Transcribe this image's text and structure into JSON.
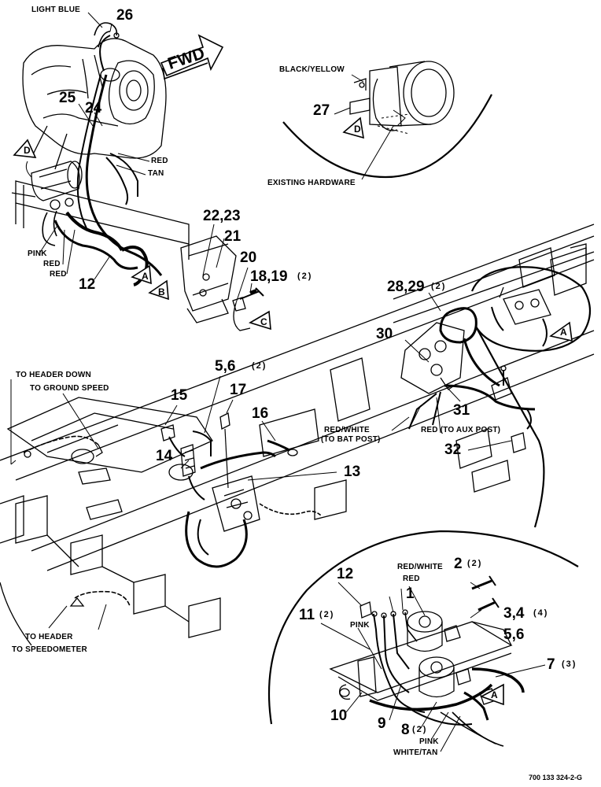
{
  "figure": {
    "fwd": "FWD",
    "ref_number": "700 133 324-2-G"
  },
  "labels": {
    "light_blue": "LIGHT BLUE",
    "black_yellow": "BLACK/YELLOW",
    "existing_hardware": "EXISTING HARDWARE",
    "red_1": "RED",
    "tan": "TAN",
    "pink_1": "PINK",
    "red_2": "RED",
    "red_3": "RED",
    "to_header_down": "TO HEADER DOWN",
    "to_ground_speed": "TO GROUND SPEED",
    "red_white_bat": "RED/WHITE",
    "to_bat_post": "(TO BAT POST)",
    "red_aux": "RED (TO AUX POST)",
    "to_header": "TO HEADER",
    "to_speedometer": "TO SPEEDOMETER",
    "red_white_detail": "RED/WHITE",
    "red_detail": "RED",
    "pink_detail": "PINK",
    "pink_bottom": "PINK",
    "white_tan": "WHITE/TAN"
  },
  "callouts": {
    "c26": "26",
    "c25": "25",
    "c24": "24",
    "c27": "27",
    "c22_23": "22,23",
    "c21": "21",
    "c20": "20",
    "c18_19": "18,19",
    "c18_19_q": "(2)",
    "c12a": "12",
    "c28_29": "28,29",
    "c28_29_q": "(2)",
    "c30": "30",
    "c31": "31",
    "c32": "32",
    "c5_6a": "5,6",
    "c5_6a_q": "(2)",
    "c15": "15",
    "c17": "17",
    "c16": "16",
    "c14": "14",
    "c13": "13",
    "c12b": "12",
    "c2": "2",
    "c2_q": "(2)",
    "c1": "1",
    "c11": "11",
    "c11_q": "(2)",
    "c3_4": "3,4",
    "c3_4_q": "(4)",
    "c5_6b": "5,6",
    "c7": "7",
    "c7_q": "(3)",
    "c10": "10",
    "c9": "9",
    "c8": "8",
    "c8_q": "(2)"
  },
  "connectors": {
    "a1": "A",
    "a2": "A",
    "a3": "A",
    "b": "B",
    "c": "C",
    "d1": "D",
    "d2": "D"
  },
  "icons": [
    "fwd-arrow-icon",
    "connector-triangle-icon"
  ]
}
